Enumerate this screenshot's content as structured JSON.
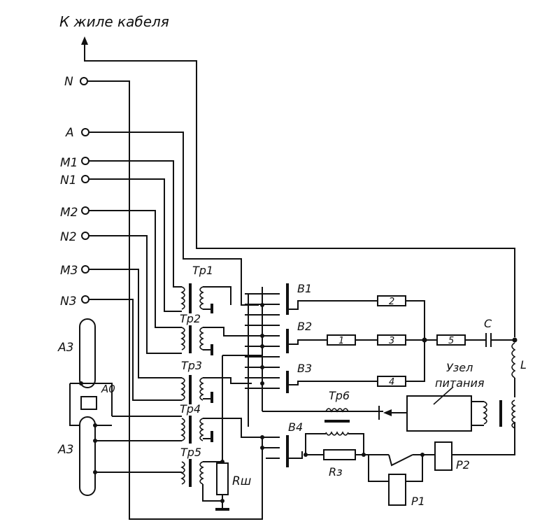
{
  "header": {
    "cable_label": "К жиле кабеля"
  },
  "terminals": [
    "N",
    "A",
    "M1",
    "N1",
    "M2",
    "N2",
    "M3",
    "N3"
  ],
  "transformers": [
    "Тр1",
    "Тр2",
    "Тр3",
    "Тр4",
    "Тр5",
    "Тр6"
  ],
  "blocks": [
    "B1",
    "B2",
    "B3",
    "B4"
  ],
  "numbered_elements": [
    "1",
    "2",
    "3",
    "4",
    "5"
  ],
  "components": {
    "capacitor": "C",
    "inductor": "L",
    "power_unit_line1": "Узел",
    "power_unit_line2": "питания",
    "resistor_shunt": "Rш",
    "resistor_z": "Rз",
    "relay1": "P1",
    "relay2": "P2",
    "ammeter_left": "A3",
    "ammeter_center": "A0"
  }
}
